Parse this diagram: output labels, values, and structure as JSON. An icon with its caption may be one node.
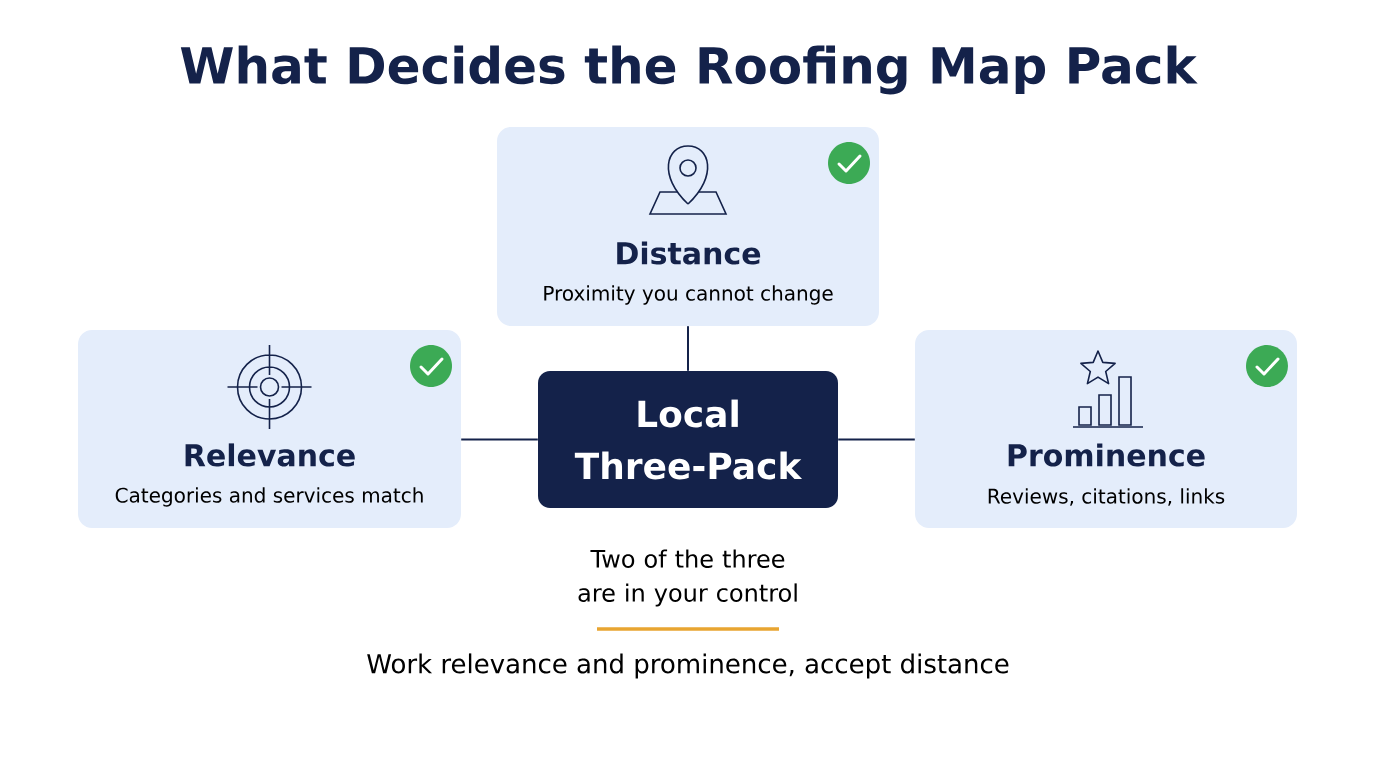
{
  "diagram": {
    "title": "What Decides the Roofing Map Pack",
    "nodes": [
      {
        "text": [
          "Distance",
          "Proximity you cannot change"
        ]
      },
      {
        "text": [
          "Relevance",
          "Categories and services match"
        ]
      },
      {
        "text": [
          "Local Three-Pack"
        ]
      },
      {
        "text": [
          "Prominence",
          "Reviews, citations, links"
        ]
      }
    ],
    "edges": [
      {
        "from": 2,
        "to": 0,
        "arrow": "none"
      },
      {
        "from": 2,
        "to": 1,
        "arrow": "none"
      },
      {
        "from": 2,
        "to": 3,
        "arrow": "none"
      }
    ],
    "labels": [
      "Two of the three are in your control",
      "Work relevance and prominence, accept distance"
    ]
  }
}
